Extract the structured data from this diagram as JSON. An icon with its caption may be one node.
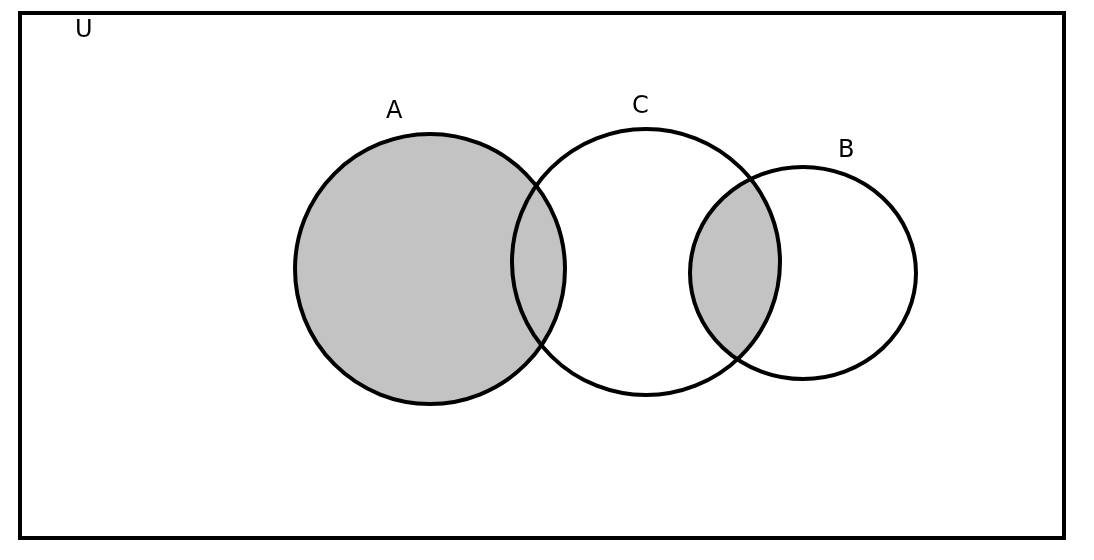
{
  "diagram": {
    "nodes": [
      {
        "text": [
          "U"
        ]
      },
      {
        "text": [
          "A"
        ],
        "in": 0
      },
      {
        "text": [
          "C"
        ],
        "in": 0
      },
      {
        "text": [
          "B"
        ],
        "in": 0
      }
    ]
  }
}
